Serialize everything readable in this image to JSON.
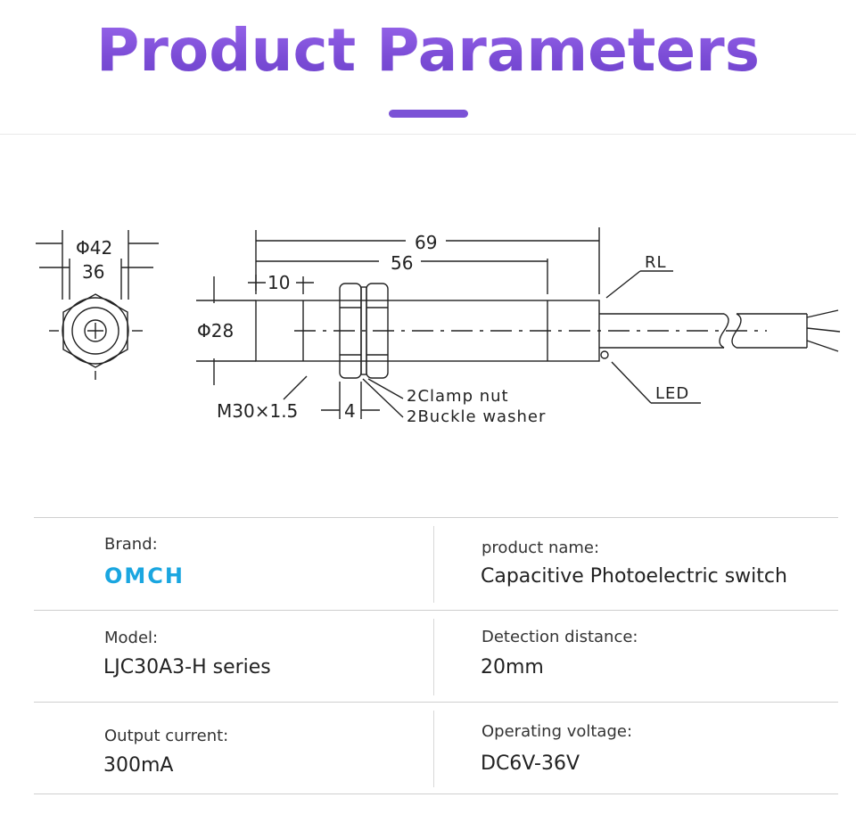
{
  "header": {
    "title": "Product  Parameters"
  },
  "drawing": {
    "end_view": {
      "outer_diameter": "Φ42",
      "nut_width": "36"
    },
    "side_view": {
      "total_length": "69",
      "body_length": "56",
      "thread_start": "10",
      "diameter": "Φ28",
      "thread_spec": "M30×1.5",
      "nut_width": "4",
      "clamp_nut": "2Clamp nut",
      "buckle_washer": "2Buckle washer",
      "rl_label": "RL",
      "led_label": "LED"
    }
  },
  "specs": {
    "rows": [
      {
        "left_label": "Brand:",
        "left_value": "OMCH",
        "right_label": "product name:",
        "right_value": "Capacitive Photoelectric switch"
      },
      {
        "left_label": "Model:",
        "left_value": "LJC30A3-H series",
        "right_label": "Detection distance:",
        "right_value": "20mm"
      },
      {
        "left_label": "Output current:",
        "left_value": "300mA",
        "right_label": "Operating voltage:",
        "right_value": "DC6V-36V"
      }
    ]
  },
  "colors": {
    "title_purple": "#7b4cd6",
    "brand_blue": "#1aa6e0",
    "divider": "#cfcfcf"
  }
}
